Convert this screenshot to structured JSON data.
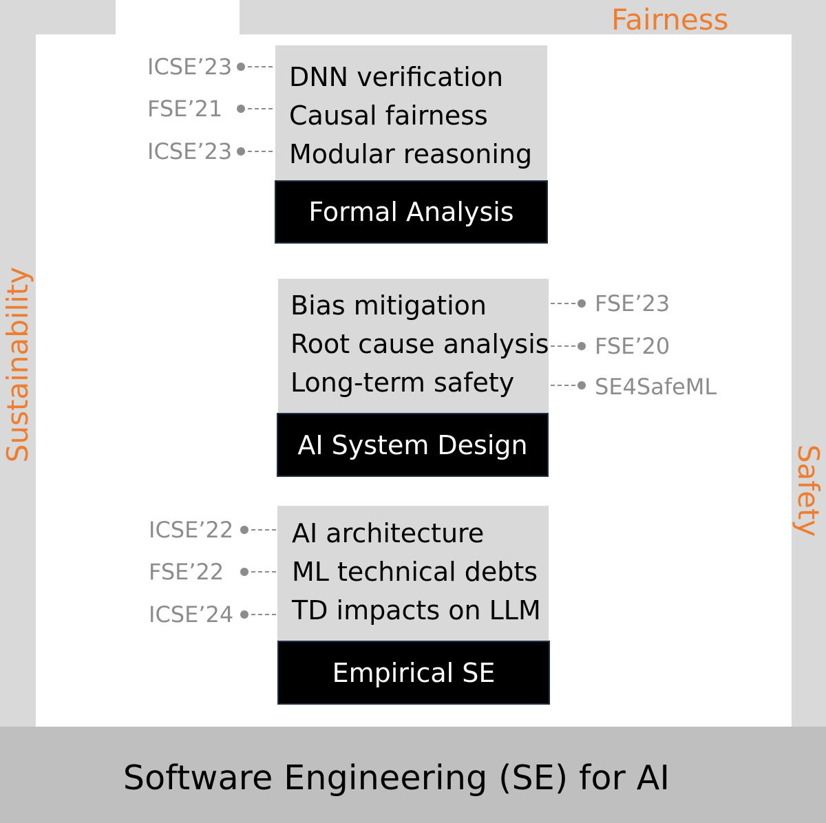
{
  "concerns": {
    "fairness": "Fairness",
    "sustainability": "Sustainability",
    "safety": "Safety"
  },
  "foundation": "Software Engineering (SE) for AI",
  "groups": [
    {
      "method": "Formal Analysis",
      "topics": [
        "DNN verification",
        "Causal fairness",
        "Modular reasoning"
      ],
      "venues": [
        "ICSE’23",
        "FSE’21",
        "ICSE’23"
      ]
    },
    {
      "method": "AI System Design",
      "topics": [
        "Bias mitigation",
        "Root cause analysis",
        "Long-term safety"
      ],
      "venues": [
        "FSE’23",
        "FSE’20",
        "SE4SafeML"
      ]
    },
    {
      "method": "Empirical SE",
      "topics": [
        "AI architecture",
        "ML technical debts",
        "TD impacts on LLM"
      ],
      "venues": [
        "ICSE’22",
        "FSE’22",
        "ICSE’24"
      ]
    }
  ],
  "colors": {
    "concern": "#ed7d31",
    "panel": "#d9d9d9",
    "foundation": "#bfbfbf",
    "venue": "#8c8c8c",
    "method_bg": "#000000"
  }
}
